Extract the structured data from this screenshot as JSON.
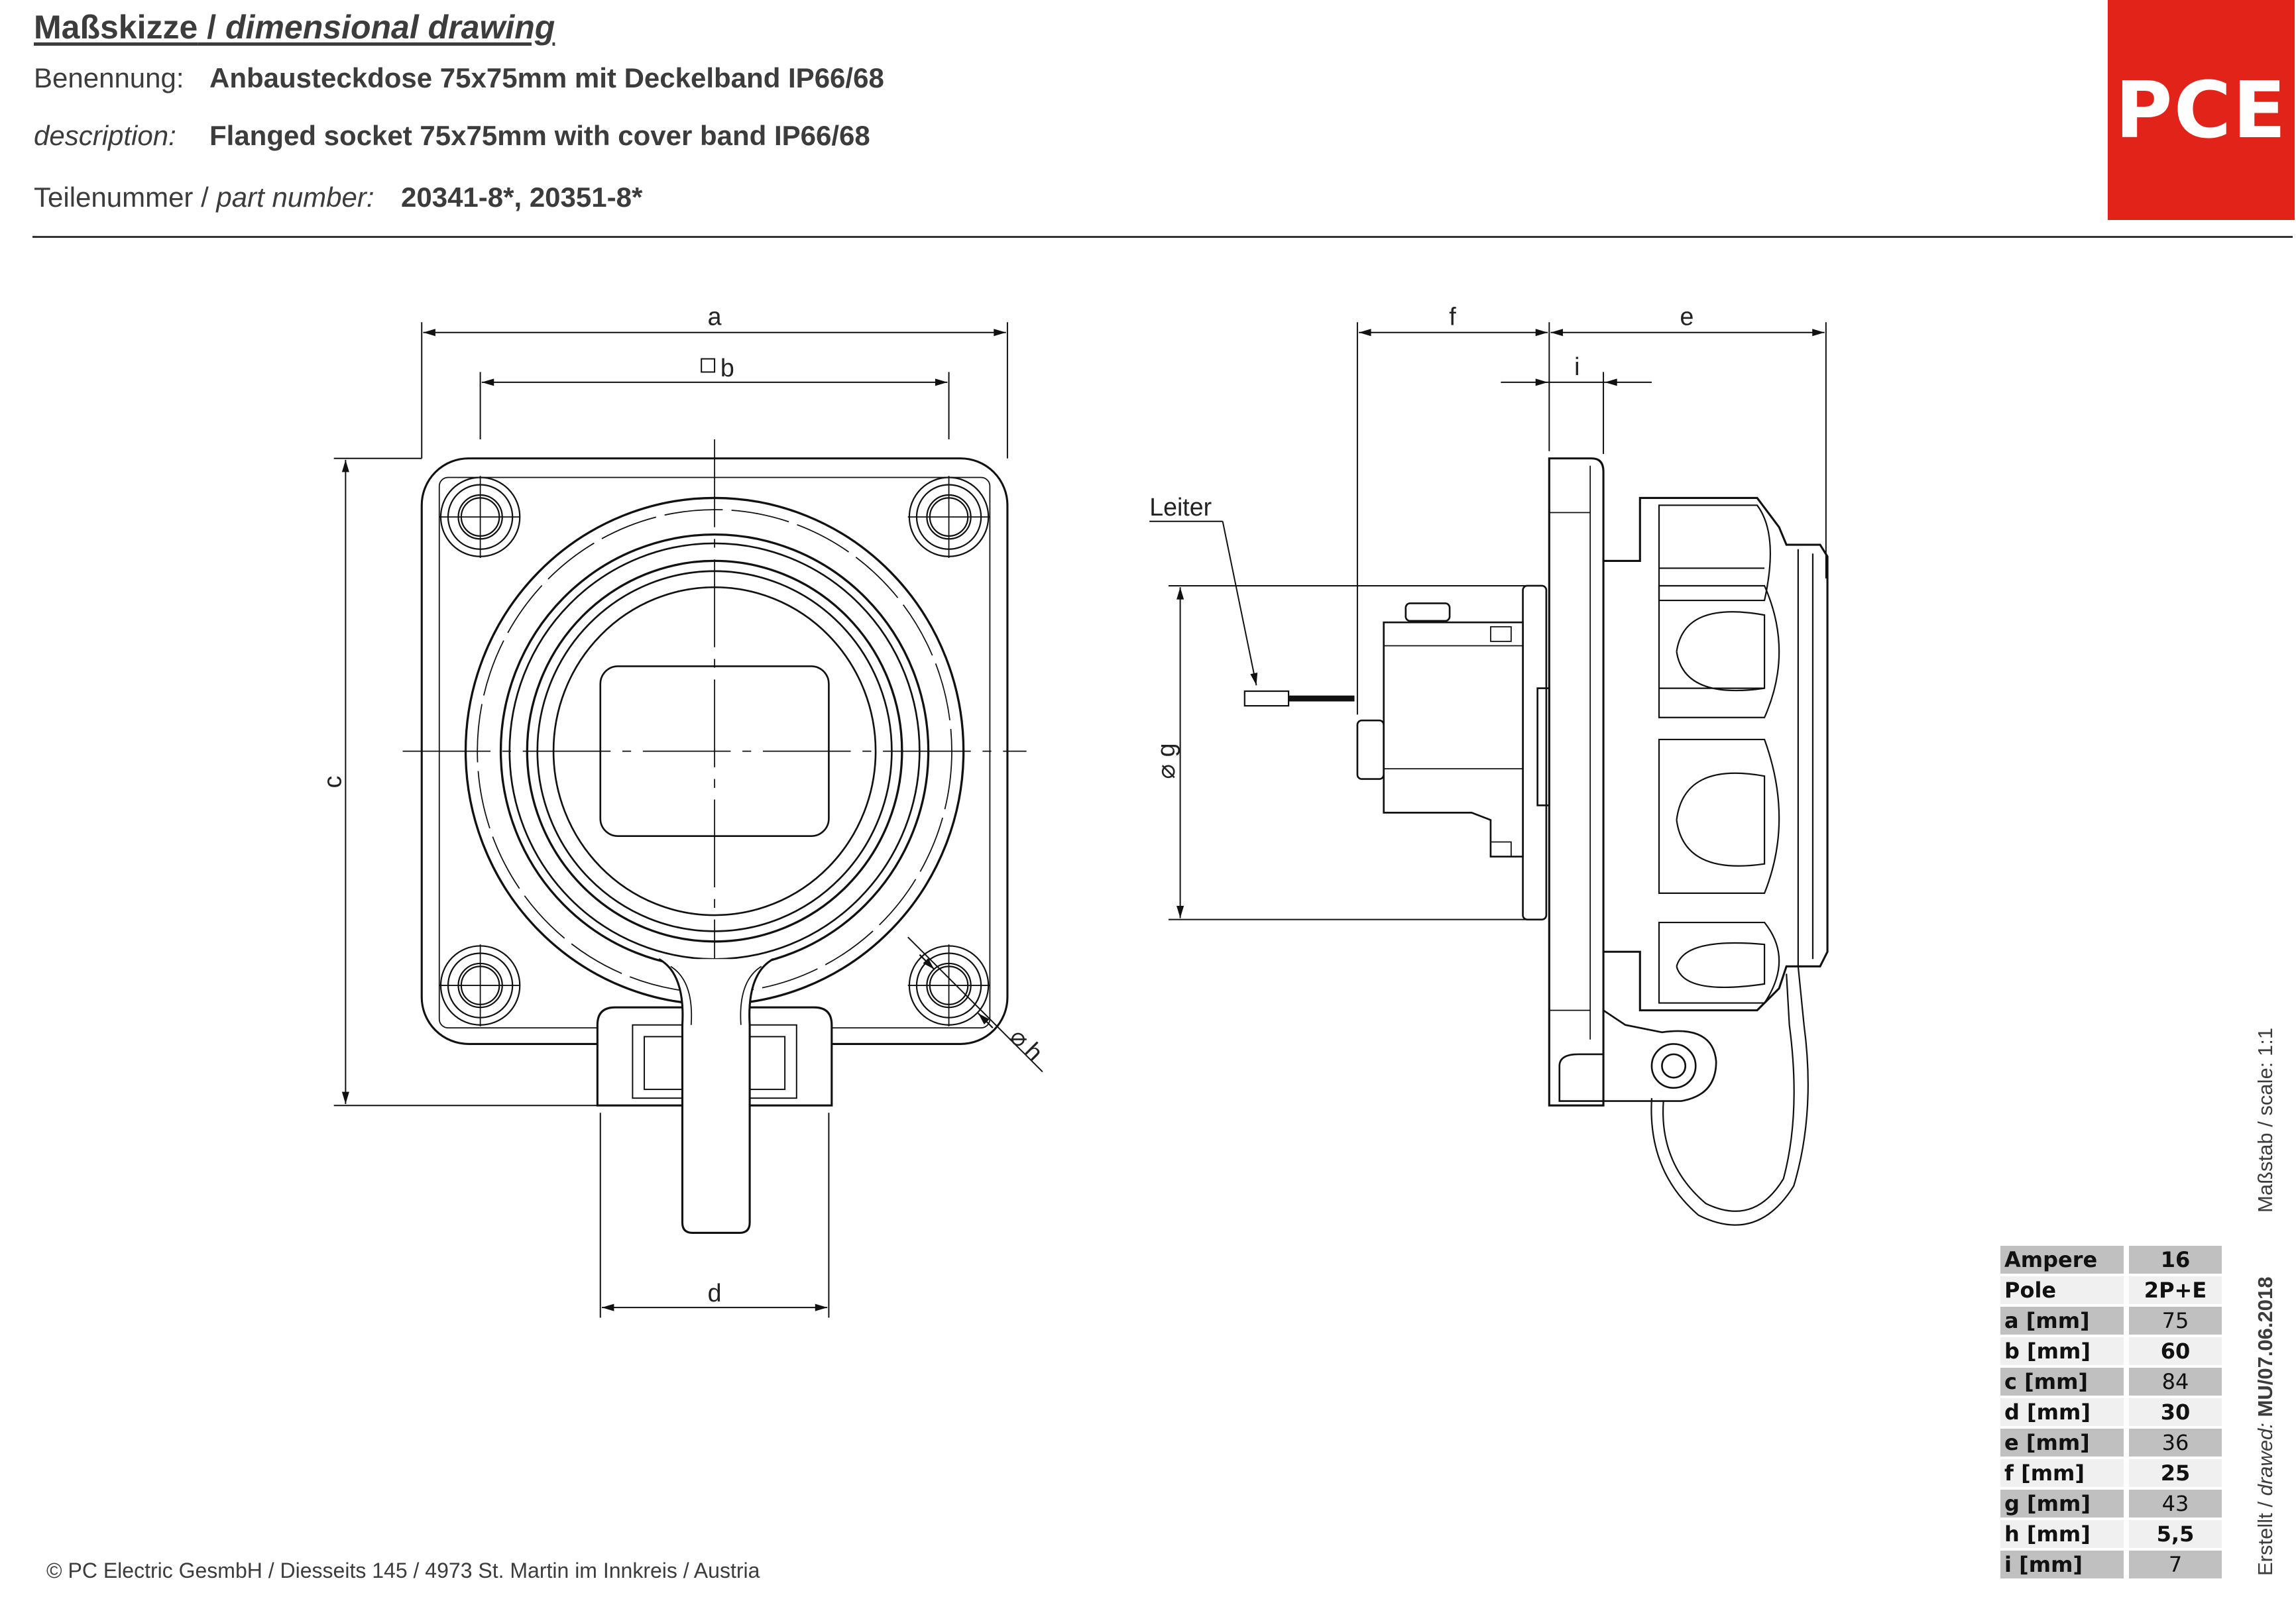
{
  "header": {
    "title_de": "Maßskizze",
    "title_sep": " / ",
    "title_en": "dimensional drawing",
    "name_label": "Benennung:",
    "name_value": "Anbausteckdose 75x75mm mit Deckelband IP66/68",
    "description_label": "description:",
    "description_value": "Flanged socket 75x75mm with cover band IP66/68",
    "part_label_de": "Teilenummer / ",
    "part_label_en": "part number:",
    "part_value": "20341-8*, 20351-8*"
  },
  "logo": {
    "text": "PCE",
    "color": "#e2231a"
  },
  "drawing": {
    "dim_a": "a",
    "dim_b": "b",
    "dim_c": "c",
    "dim_d": "d",
    "dim_e": "e",
    "dim_f": "f",
    "dim_g": "g",
    "dim_h": "h",
    "dim_i": "i",
    "leiter": "Leiter",
    "diameter_symbol": "⌀"
  },
  "specs": [
    {
      "label": "Ampere",
      "value": "16"
    },
    {
      "label": "Pole",
      "value": "2P+E"
    },
    {
      "label": "a [mm]",
      "value": "75"
    },
    {
      "label": "b [mm]",
      "value": "60"
    },
    {
      "label": "c [mm]",
      "value": "84"
    },
    {
      "label": "d [mm]",
      "value": "30"
    },
    {
      "label": "e [mm]",
      "value": "36"
    },
    {
      "label": "f [mm]",
      "value": "25"
    },
    {
      "label": "g [mm]",
      "value": "43"
    },
    {
      "label": "h [mm]",
      "value": "5,5"
    },
    {
      "label": "i [mm]",
      "value": "7"
    }
  ],
  "side": {
    "scale_label": "Maßstab / scale: 1:1",
    "created_label": "Erstellt / ",
    "drawed_label": "drawed:",
    "created_value": " MU/07.06.2018"
  },
  "footer": {
    "text": "© PC Electric GesmbH / Diesseits 145 / 4973 St. Martin im Innkreis / Austria"
  }
}
